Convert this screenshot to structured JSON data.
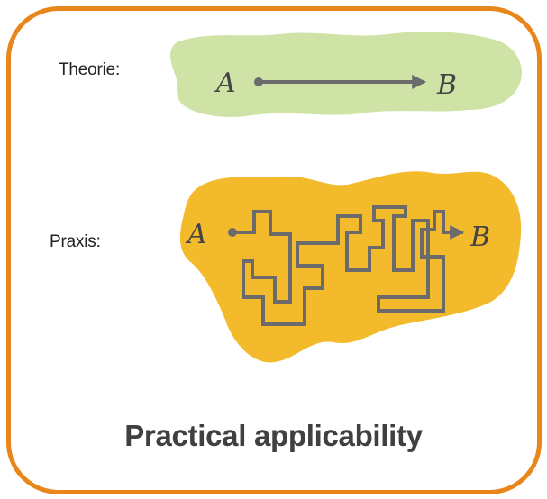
{
  "theory": {
    "label": "Theorie:",
    "start": "A",
    "end": "B",
    "blob_color": "#cfe3a6"
  },
  "practice": {
    "label": "Praxis:",
    "start": "A",
    "end": "B",
    "blob_color": "#f3bb2c"
  },
  "caption": "Practical applicability",
  "colors": {
    "frame": "#e8861c",
    "path": "#6b6b6b"
  }
}
